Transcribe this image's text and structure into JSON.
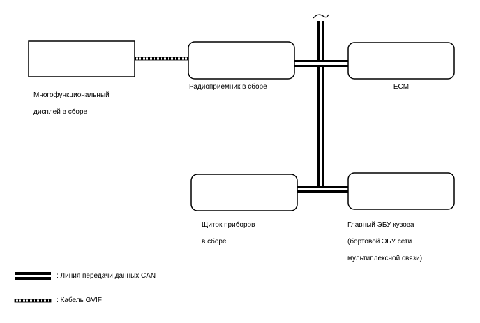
{
  "blocks": {
    "multi_display": {
      "label_line1": "Многофункциональный",
      "label_line2": "дисплей в сборе"
    },
    "radio": {
      "label": "Радиоприемник в сборе"
    },
    "ecm": {
      "label": "ECM"
    },
    "meter": {
      "label_line1": "Щиток приборов",
      "label_line2": "в сборе"
    },
    "main_body_ecu": {
      "label_line1": "Главный ЭБУ кузова",
      "label_line2": "(бортовой ЭБУ сети",
      "label_line3": "мультиплексной связи)"
    }
  },
  "legend": {
    "can_line": ": Линия передачи данных CAN",
    "gvif_cable": ": Кабель GVIF"
  },
  "colors": {
    "line": "#000000",
    "background": "#ffffff"
  }
}
